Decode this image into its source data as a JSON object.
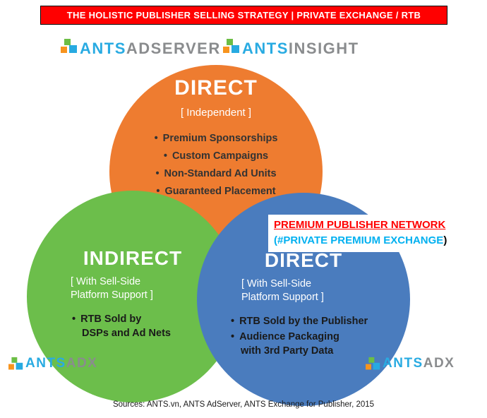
{
  "colors": {
    "header_bg": "#FF0000",
    "orange_circle": "#EE7C30",
    "green_circle": "#6CBE4B",
    "blue_circle": "#4A7CBE",
    "callout_red": "#FF0000",
    "callout_cyan": "#00B0F0",
    "brand_blue": "#29ABE2",
    "brand_gray": "#8A8C8E"
  },
  "header": {
    "title": "THE HOLISTIC PUBLISHER SELLING STRATEGY | PRIVATE EXCHANGE / RTB"
  },
  "logos": {
    "top_left": {
      "brand": "ANTS",
      "product": "ADSERVER"
    },
    "top_right": {
      "brand": "ANTS",
      "product": "INSIGHT"
    },
    "bottom_left": {
      "brand": "ANTS",
      "product": "ADX"
    },
    "bottom_right": {
      "brand": "ANTS",
      "product": "ADX"
    }
  },
  "venn": {
    "top_circle": {
      "title": "DIRECT",
      "subtitle": "[ Independent ]",
      "bullets": [
        "Premium Sponsorships",
        "Custom Campaigns",
        "Non-Standard Ad Units",
        "Guaranteed Placement"
      ]
    },
    "left_circle": {
      "title": "INDIRECT",
      "subtitle_line1": "[ With Sell-Side",
      "subtitle_line2": "Platform Support ]",
      "bullet1_line1": "RTB Sold by",
      "bullet1_line2": "DSPs and Ad Nets"
    },
    "right_circle": {
      "title": "DIRECT",
      "subtitle_line1": "[ With Sell-Side",
      "subtitle_line2": "Platform Support ]",
      "bullet1": "RTB Sold by the Publisher",
      "bullet2_line1": "Audience Packaging",
      "bullet2_line2": "with 3rd Party Data"
    }
  },
  "callout": {
    "line1": "PREMIUM PUBLISHER NETWORK",
    "line2_highlight": "(#PRIVATE PREMIUM EXCHANGE",
    "line2_close": ")"
  },
  "footer": {
    "text": "Sources: ANTS.vn, ANTS AdServer, ANTS Exchange for Publisher, 2015"
  }
}
